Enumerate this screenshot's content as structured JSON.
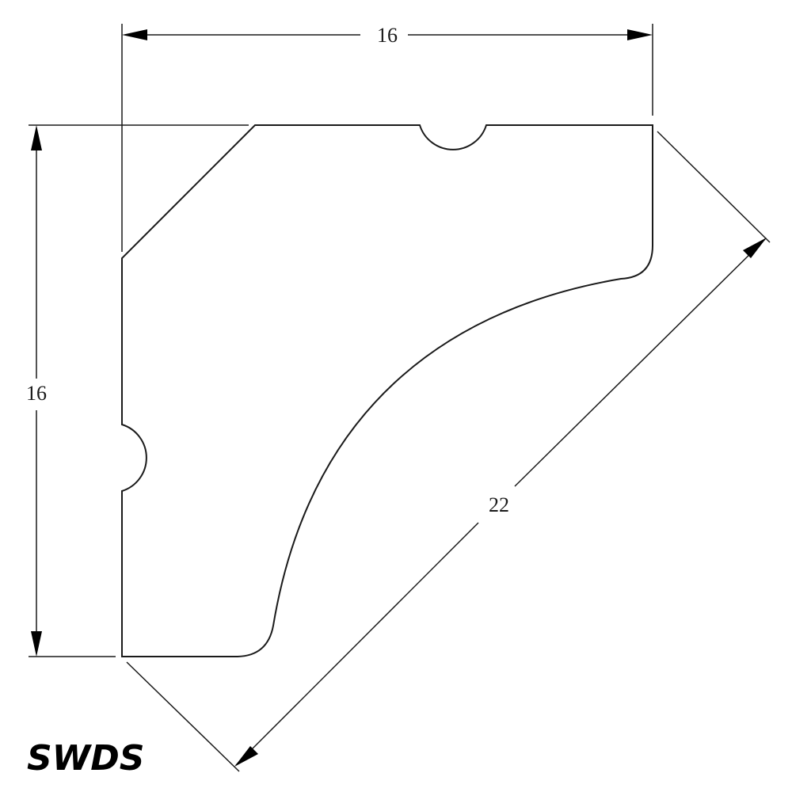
{
  "dimensions": {
    "width": "16",
    "height": "16",
    "diagonal": "22"
  },
  "brand": {
    "logo": "SWDS"
  },
  "colors": {
    "line": "#1a1a1a",
    "background": "#ffffff"
  }
}
